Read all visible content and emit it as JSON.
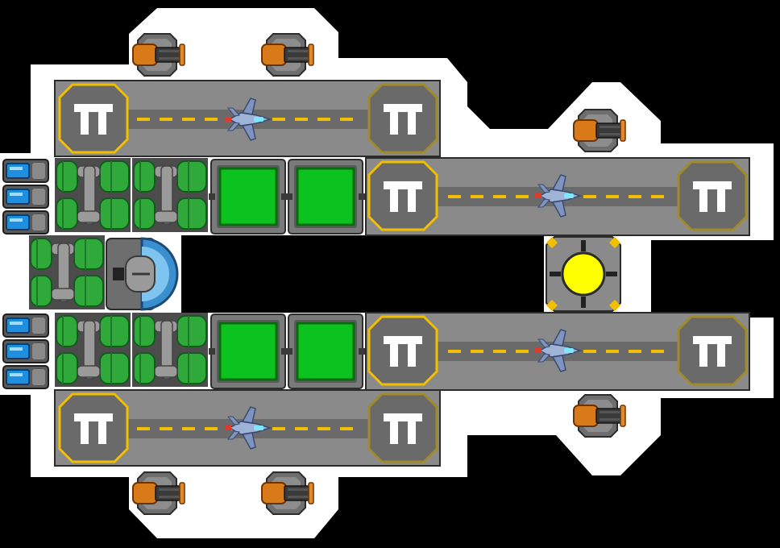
{
  "scene": "space-carrier-ship-blueprint",
  "colors": {
    "background": "#000000",
    "hull_outline": "#ffffff",
    "deck": "#8a8a8a",
    "deck_dark": "#7a7a7a",
    "runway_stripe": "#6a6a6a",
    "dash": "#f2bf00",
    "pad_active_ring": "#f2bf00",
    "pad_inactive_ring": "#a08a2a",
    "pad_fill": "#6a6a6a",
    "cargo_green": "#0cc21f",
    "tank_green": "#2faa3a",
    "reactor_yellow": "#ffff00",
    "turret_orange": "#d97a1a",
    "thruster_blue": "#1e8fe0",
    "fighter_blue": "#9fb3d6"
  },
  "icons": {
    "landing_pad": "landing-pad-icon",
    "fighter": "fighter-ship-icon",
    "turret": "turret-icon",
    "reactor": "reactor-core-icon",
    "cargo": "cargo-container-icon",
    "thruster": "thruster-icon",
    "fuel_tank": "fuel-tank-icon"
  },
  "hangars": [
    {
      "id": "top-outer",
      "fighter_present": true
    },
    {
      "id": "top-inner",
      "fighter_present": true
    },
    {
      "id": "bottom-inner",
      "fighter_present": true
    },
    {
      "id": "bottom-outer",
      "fighter_present": true
    }
  ],
  "turret_count": 6,
  "cargo_count": 4,
  "thruster_count": 6
}
